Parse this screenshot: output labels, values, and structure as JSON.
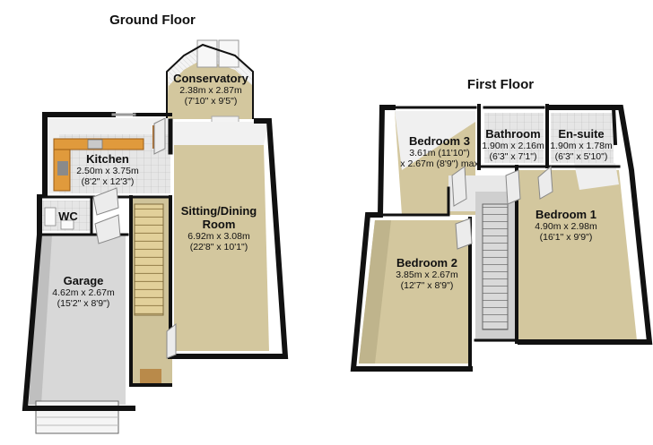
{
  "floors": {
    "ground": "Ground Floor",
    "first": "First Floor"
  },
  "rooms": {
    "conservatory": {
      "name": "Conservatory",
      "metric": "2.38m x 2.87m",
      "imperial": "(7'10\" x 9'5\")"
    },
    "kitchen": {
      "name": "Kitchen",
      "metric": "2.50m x 3.75m",
      "imperial": "(8'2\" x 12'3\")"
    },
    "wc": {
      "name": "WC"
    },
    "sitting_dining": {
      "name": "Sitting/Dining Room",
      "metric": "6.92m x 3.08m",
      "imperial": "(22'8\" x 10'1\")"
    },
    "garage": {
      "name": "Garage",
      "metric": "4.62m x 2.67m",
      "imperial": "(15'2\" x 8'9\")"
    },
    "bedroom3": {
      "name": "Bedroom 3",
      "metric": "3.61m (11'10\")",
      "imperial": "x 2.67m (8'9\") max"
    },
    "bathroom": {
      "name": "Bathroom",
      "metric": "1.90m x 2.16m",
      "imperial": "(6'3\" x 7'1\")"
    },
    "ensuite": {
      "name": "En-suite",
      "metric": "1.90m x 1.78m",
      "imperial": "(6'3\" x 5'10\")"
    },
    "bedroom1": {
      "name": "Bedroom 1",
      "metric": "4.90m x 2.98m",
      "imperial": "(16'1\" x 9'9\")"
    },
    "bedroom2": {
      "name": "Bedroom 2",
      "metric": "3.85m x 2.67m",
      "imperial": "(12'7\" x 8'9\")"
    }
  },
  "colors": {
    "wall": "#111111",
    "carpet": "#d3c79e",
    "garage_floor": "#d8d8d8",
    "kitchen_tile": "#e6e6e6",
    "counter": "#e09a3c",
    "stairs": "#e2d09a"
  }
}
